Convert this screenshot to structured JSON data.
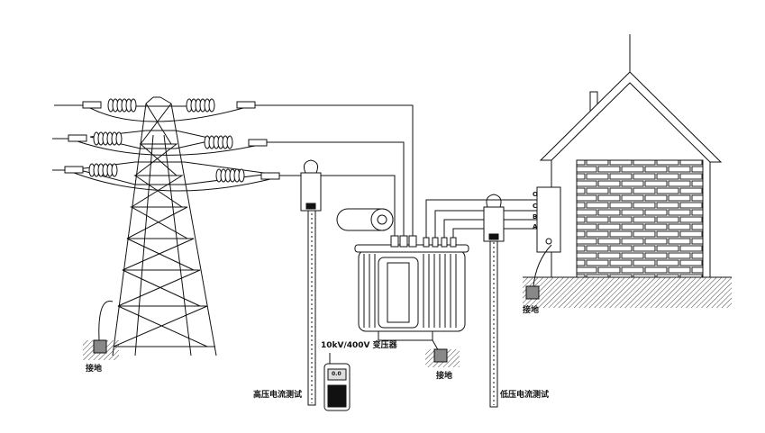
{
  "labels": {
    "ground_tower": "接地",
    "ground_transformer": "接地",
    "ground_house": "接地",
    "transformer": "10kV/400V 变压器",
    "hv_test": "高压电流测试",
    "lv_test": "低压电流测试"
  },
  "panel_terminals": [
    "O",
    "C",
    "B",
    "A"
  ],
  "meter_display": "0.0",
  "colors": {
    "line": "#111111",
    "fill": "#ffffff",
    "ground_hatch": "#444444"
  }
}
